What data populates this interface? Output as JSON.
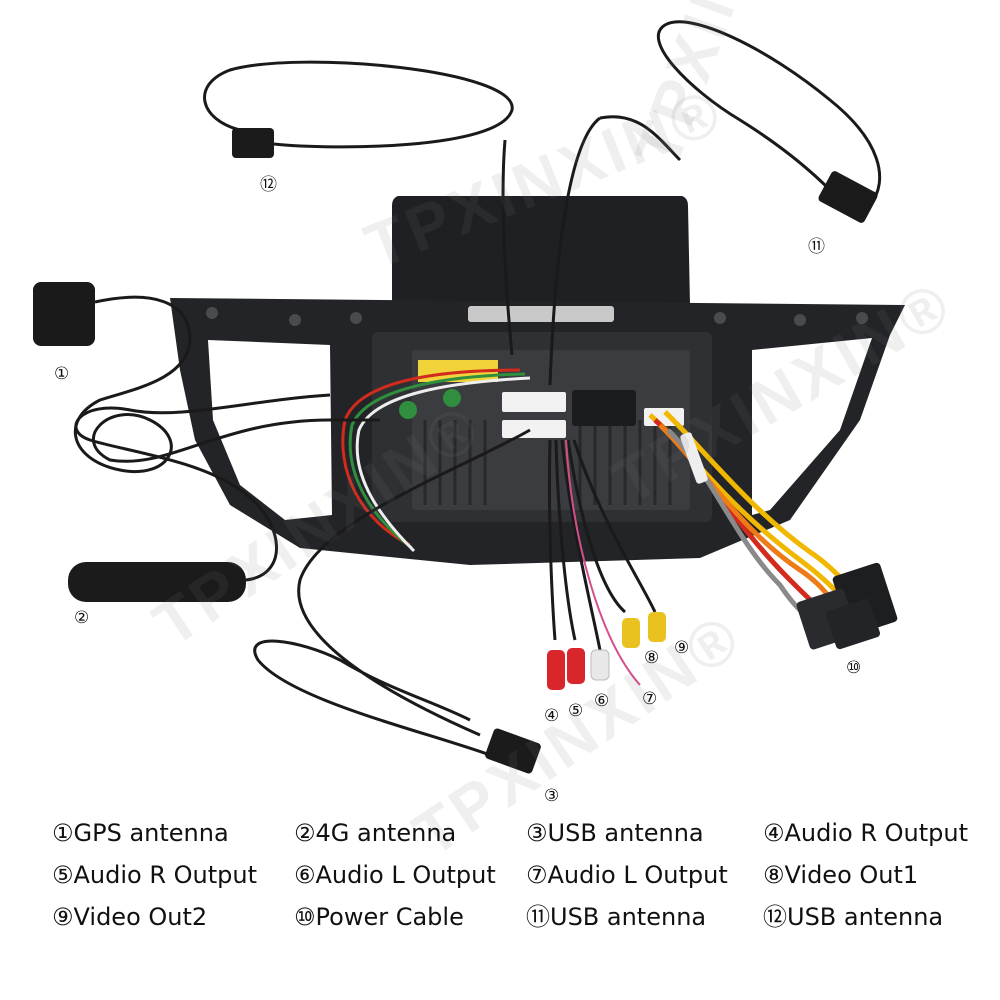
{
  "watermark_text": "TPXINXIN®",
  "callouts": {
    "c1": "①",
    "c2": "②",
    "c3": "③",
    "c4": "④",
    "c5": "⑤",
    "c6": "⑥",
    "c7": "⑦",
    "c8": "⑧",
    "c9": "⑨",
    "c10": "⑩",
    "c11": "⑪",
    "c12": "⑫"
  },
  "legend": [
    "①GPS antenna",
    "②4G antenna",
    "③USB antenna",
    "④Audio R Output",
    "⑤Audio R Output",
    "⑥Audio L Output",
    "⑦Audio L Output",
    "⑧Video  Out1",
    "⑨Video  Out2",
    "⑩Power Cable",
    "⑪USB antenna",
    "⑫USB antenna"
  ],
  "colors": {
    "panel": "#1f2023",
    "cable": "#1a1a1a",
    "rca_red": "#d8262b",
    "rca_yellow": "#e9c21f",
    "rca_white": "#e8e8e8",
    "wire_yellow": "#f0b800",
    "wire_red": "#d22b1d",
    "wire_orange": "#ee7a18"
  }
}
